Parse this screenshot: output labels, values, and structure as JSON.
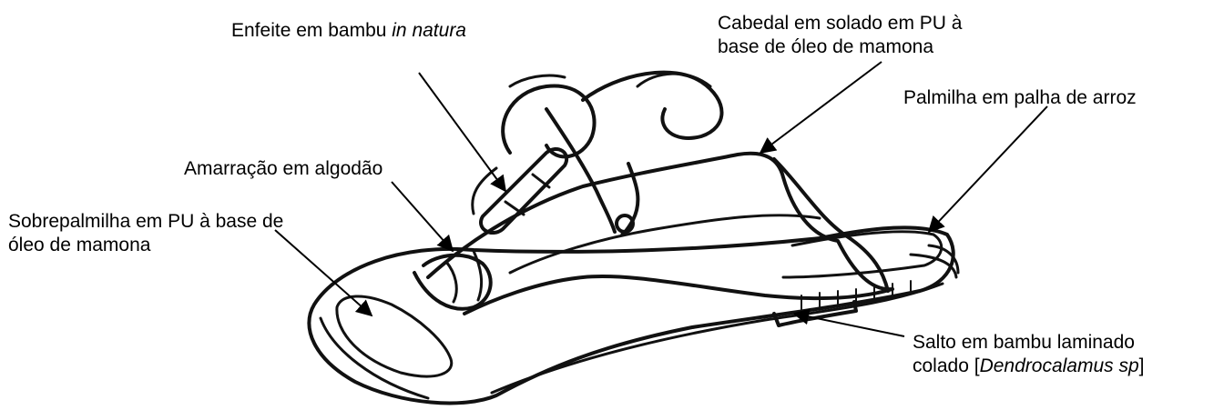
{
  "labels": {
    "enfeite": {
      "text": "Enfeite em bambu ",
      "italic": "in natura"
    },
    "cabedal_1": "Cabedal em solado em PU à",
    "cabedal_2": "base de óleo de mamona",
    "palmilha": "Palmilha em palha de arroz",
    "amarracao": "Amarração em algodão",
    "sobrepalmilha_1": "Sobrepalmilha em PU à base de",
    "sobrepalmilha_2": "óleo de mamona",
    "salto_1": "Salto em bambu laminado",
    "salto_2": {
      "prefix": "colado [",
      "italic": "Dendrocalamus sp",
      "suffix": "]"
    }
  }
}
